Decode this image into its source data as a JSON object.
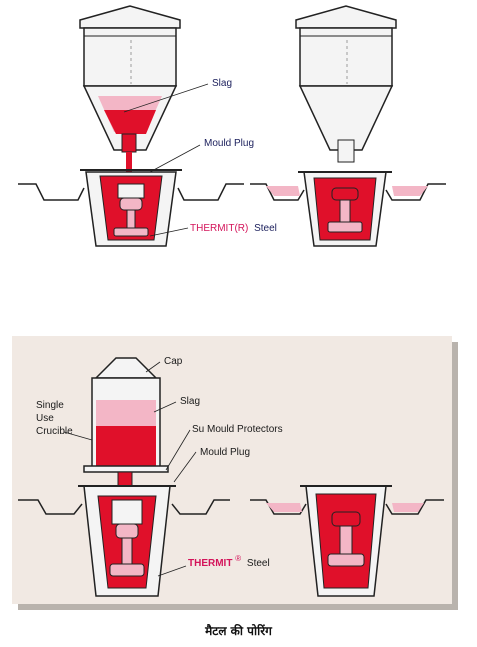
{
  "top_diagram": {
    "label_slag": "Slag",
    "label_mould_plug": "Mould Plug",
    "label_steel_prefix": "THERMIT(R)",
    "label_steel_suffix": "Steel"
  },
  "bottom_diagram": {
    "label_cap": "Cap",
    "label_crucible_line1": "Single",
    "label_crucible_line2": "Use",
    "label_crucible_line3": "Crucible",
    "label_slag": "Slag",
    "label_protectors": "Su Mould Protectors",
    "label_mould_plug": "Mould Plug",
    "label_steel_prefix": "THERMIT",
    "label_steel_reg": "®",
    "label_steel_suffix": "Steel"
  },
  "caption": "मैटल की पोरिंग",
  "colors": {
    "molten": "#e0102a",
    "slag": "#f3b6c6",
    "panel": "#f1e9e3",
    "line": "#222222",
    "navy": "#1b1f5c",
    "magenta": "#d4145a"
  }
}
